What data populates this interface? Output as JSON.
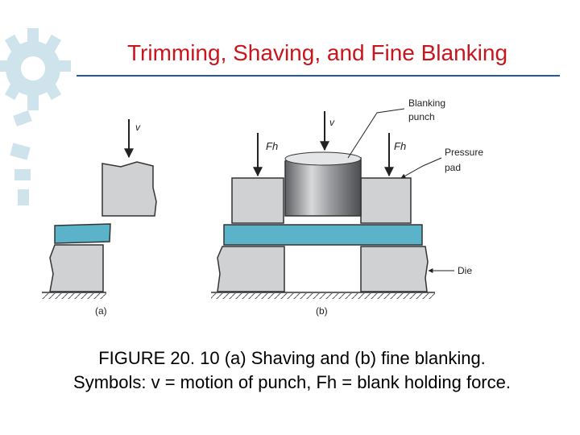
{
  "slide": {
    "title": "Trimming, Shaving, and Fine Blanking",
    "title_color": "#c8161d",
    "accent_color": "#1f5aa6",
    "decoration": "gear-icon"
  },
  "figure": {
    "panel_a": {
      "label": "(a)",
      "velocity_label": "v"
    },
    "panel_b": {
      "label": "(b)",
      "velocity_label": "v",
      "force_left_label": "Fh",
      "force_right_label": "Fh",
      "callouts": {
        "blanking_punch_line1": "Blanking",
        "blanking_punch_line2": "punch",
        "pressure_pad_line1": "Pressure",
        "pressure_pad_line2": "pad",
        "die": "Die"
      }
    },
    "colors": {
      "sheet": "#5ab3c9",
      "block": "#cfd1d3",
      "punch": "#8a8c8f"
    }
  },
  "caption": {
    "line1": "FIGURE 20. 10 (a) Shaving and (b) fine blanking.",
    "line2": "Symbols: v = motion of punch, Fh =  blank holding force."
  }
}
